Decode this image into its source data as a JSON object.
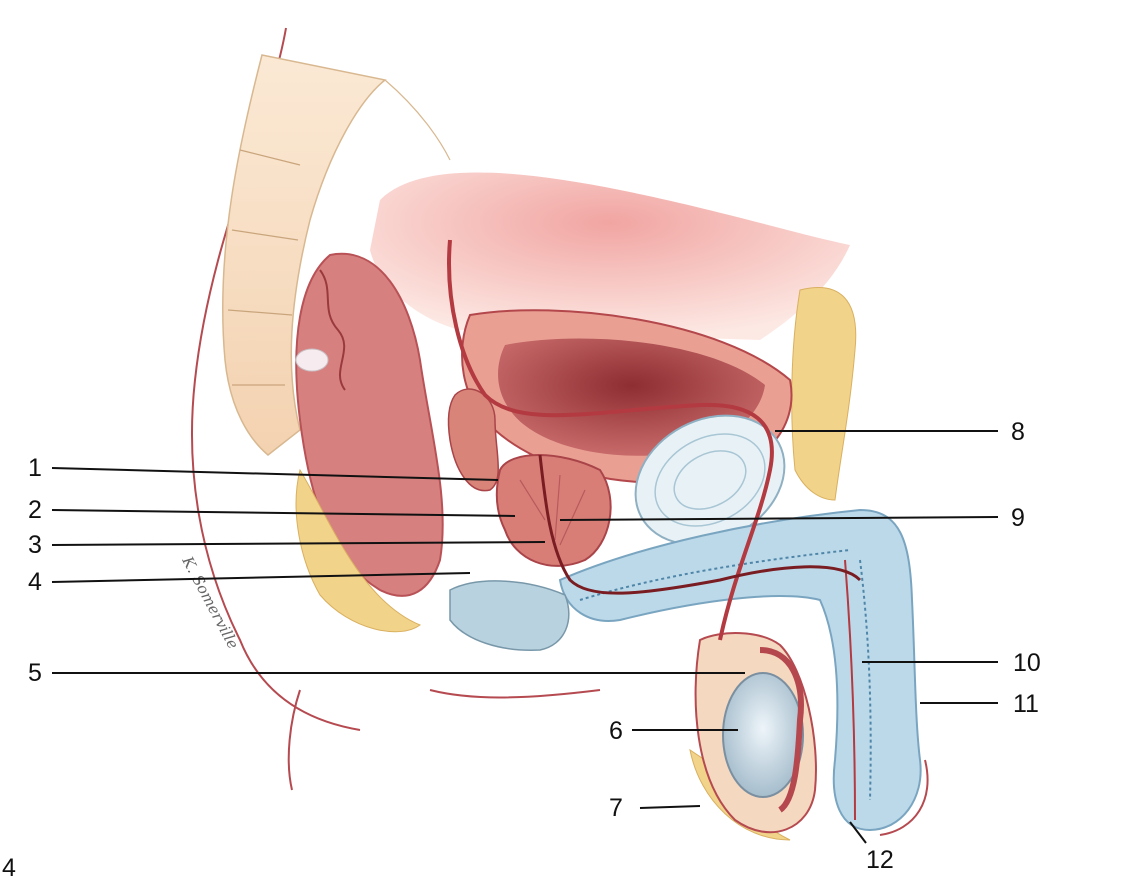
{
  "figure_number": "4",
  "signature": "K. Somerville",
  "labels": {
    "l1": "1",
    "l2": "2",
    "l3": "3",
    "l4": "4",
    "l5": "5",
    "l6": "6",
    "l7": "7",
    "l8": "8",
    "l9": "9",
    "l10": "10",
    "l11": "11",
    "l12": "12"
  },
  "colors": {
    "skin_outline": "#b54a50",
    "fat": "#f2d38a",
    "muscle": "#d9787a",
    "bladder_wall": "#c85a5c",
    "erectile_tissue": "#bcd9ea",
    "testis": "#c9dbe6",
    "peritoneum": "#e8a39c"
  }
}
